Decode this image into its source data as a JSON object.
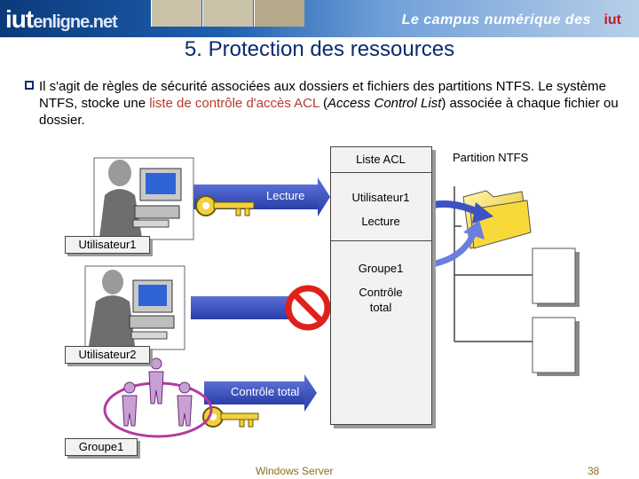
{
  "header": {
    "logo_main": "iut",
    "logo_sub": "enligne.net",
    "tagline": "Le campus numérique des",
    "tagline_logo": "iut"
  },
  "slide": {
    "title": "5. Protection des ressources",
    "bullet_part1": "Il s'agit de règles de sécurité associées aux dossiers et fichiers des partitions NTFS. Le système NTFS, stocke une ",
    "bullet_link": "liste de contrôle d'accès  ACL",
    "bullet_part2": "  (",
    "bullet_italic": "Access Control List",
    "bullet_part3": ") associée à chaque fichier ou dossier."
  },
  "diagram": {
    "acl_header": "Liste ACL",
    "partition_header": "Partition NTFS",
    "arrow1_label": "Lecture",
    "entry1_user": "Utilisateur1",
    "entry1_perm": "Lecture",
    "entry2_group": "Groupe1",
    "entry2_perm_line1": "Contrôle",
    "entry2_perm_line2": "total",
    "arrow3_label": "Contrôle total",
    "user1_label": "Utilisateur1",
    "user2_label": "Utilisateur2",
    "group1_label": "Groupe1"
  },
  "footer": {
    "left": "Windows Server",
    "page": "38"
  }
}
